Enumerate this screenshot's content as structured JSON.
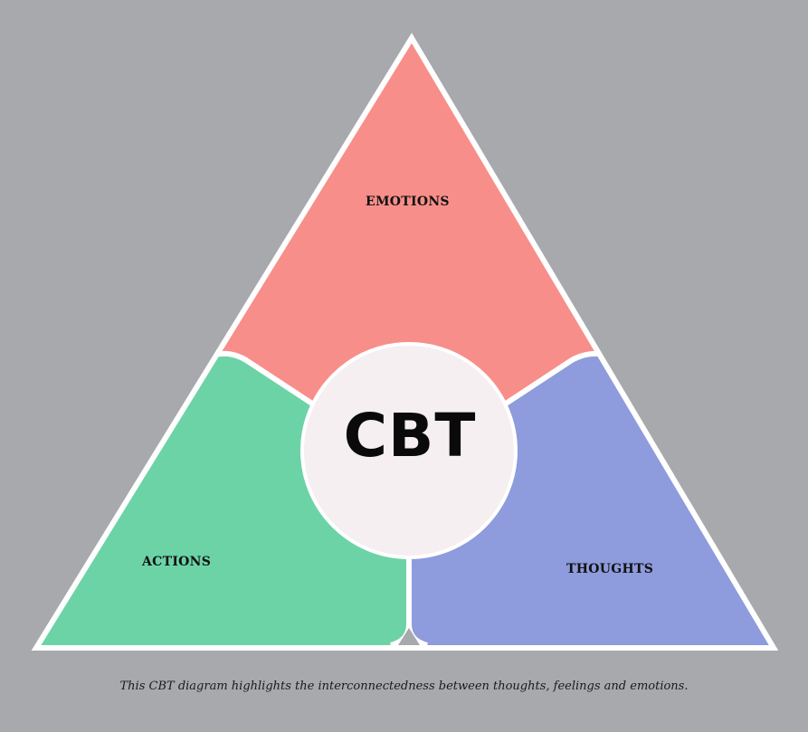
{
  "diagram": {
    "center_label": "CBT",
    "sections": [
      {
        "label": "EMOTIONS",
        "color": "#f88e89"
      },
      {
        "label": "ACTIONS",
        "color": "#6cd3a7"
      },
      {
        "label": "THOUGHTS",
        "color": "#8e9bdc"
      }
    ],
    "caption": "This CBT diagram highlights the interconnectedness between thoughts, feelings and emotions.",
    "background": "#a7a9ac",
    "circle_color": "#f6eff1"
  }
}
